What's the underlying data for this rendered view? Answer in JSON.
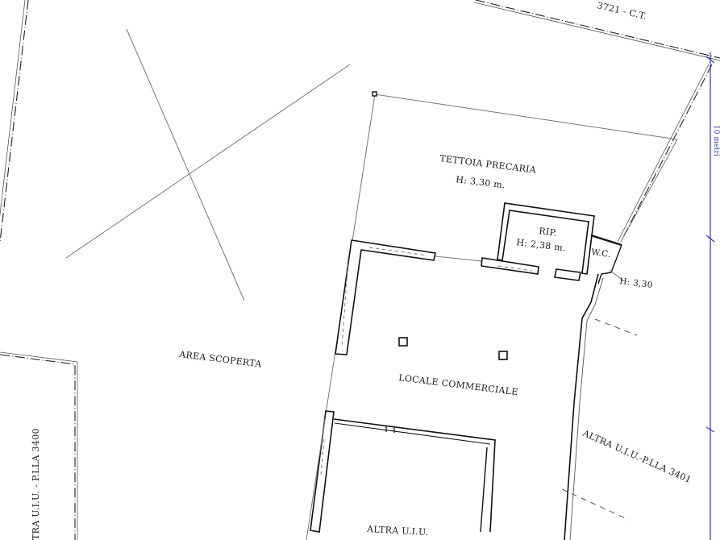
{
  "plan": {
    "labels": {
      "top_parcel": "3721 - C.T.",
      "tettoia": "TETTOIA PRECARIA",
      "tettoia_height": "H: 3,30 m.",
      "rip": "RIP.",
      "rip_height": "H: 2,38 m.",
      "wc": "W.C.",
      "wc_height": "H: 3,30",
      "area_scoperta": "AREA SCOPERTA",
      "locale_commerciale": "LOCALE COMMERCIALE",
      "altra_uiu_bottom": "ALTRA U.I.U.",
      "altra_uiu_right": "ALTRA U.I.U.-P.LLA 3401",
      "altra_uiu_left": "TRA U.I.U. - P.LLA 3400",
      "dimension_right": "10 metri"
    },
    "colors": {
      "line": "#111111",
      "dimension": "#3a3aa0",
      "background": "#ffffff"
    }
  }
}
